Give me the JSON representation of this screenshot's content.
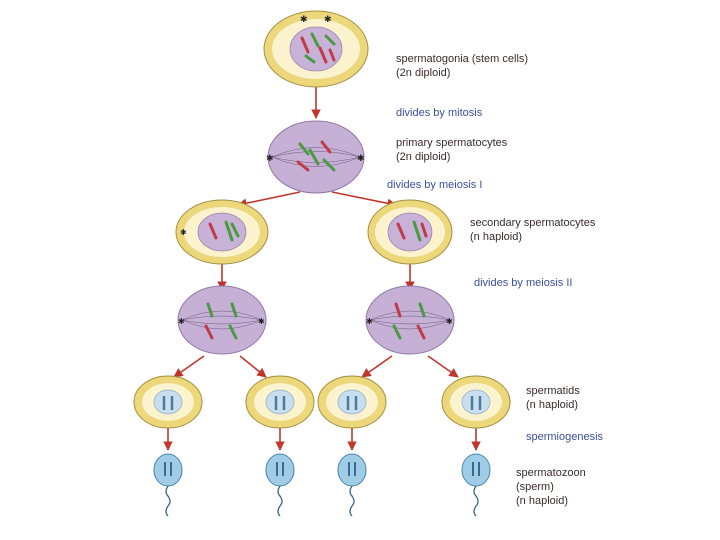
{
  "labels": {
    "spermatogonia": [
      "spermatogonia (stem cells)",
      "(2n diploid)"
    ],
    "mitosis": "divides by mitosis",
    "primary": [
      "primary spermatocytes",
      "(2n diploid)"
    ],
    "meiosis1": "divides by meiosis I",
    "secondary": [
      "secondary spermatocytes",
      "(n haploid)"
    ],
    "meiosis2": "divides by meiosis II",
    "spermatids": [
      "spermatids",
      "(n haploid)"
    ],
    "spermiogenesis": "spermiogenesis",
    "spermatozoon": [
      "spermatozoon",
      "(sperm)",
      "(n haploid)"
    ]
  },
  "colors": {
    "arrow": "#c0362c",
    "cell_yellow_outer": "#ecd77a",
    "cell_purple": "#c6b0d6",
    "sperm_blue": "#9fcde8",
    "chromosome_red": "#c23a4a",
    "chromosome_green": "#4a9a42",
    "step_text": "#3e4f9a"
  }
}
